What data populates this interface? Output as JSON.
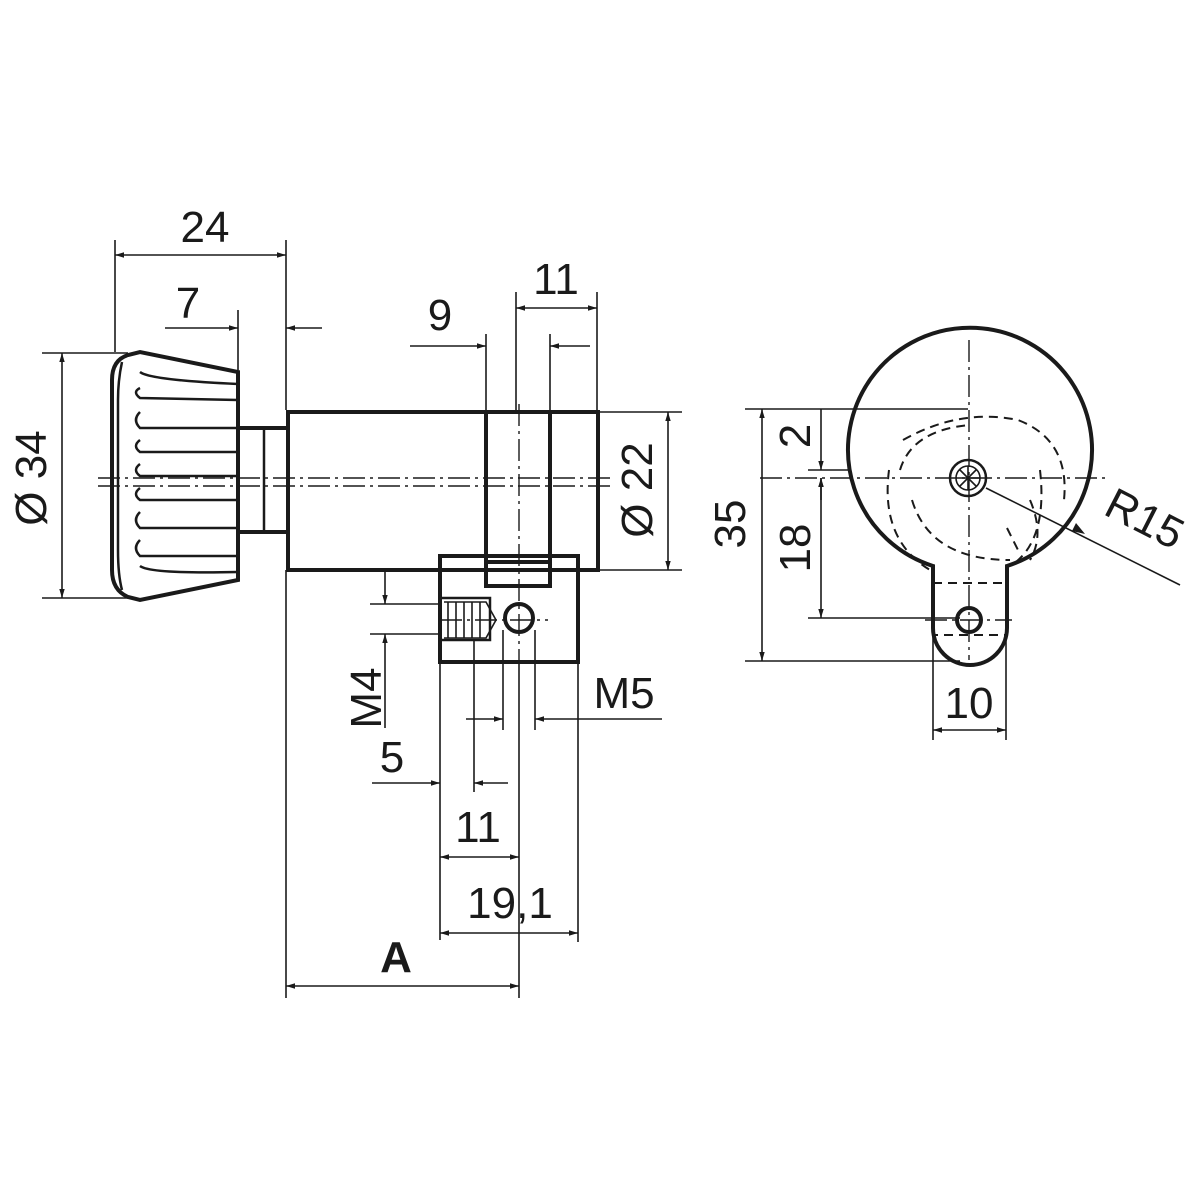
{
  "dimensions": {
    "d24": "24",
    "d7": "7",
    "d9": "9",
    "d11_top": "11",
    "dia34": "Ø 34",
    "dia22": "Ø 22",
    "m4": "M4",
    "m5": "M5",
    "d5": "5",
    "d11_bottom": "11",
    "d19_1": "19,1",
    "dA": "A",
    "d35": "35",
    "d2": "2",
    "d18": "18",
    "r15": "R15",
    "d10": "10"
  },
  "colors": {
    "line": "#1a1a1a",
    "background": "#ffffff"
  }
}
